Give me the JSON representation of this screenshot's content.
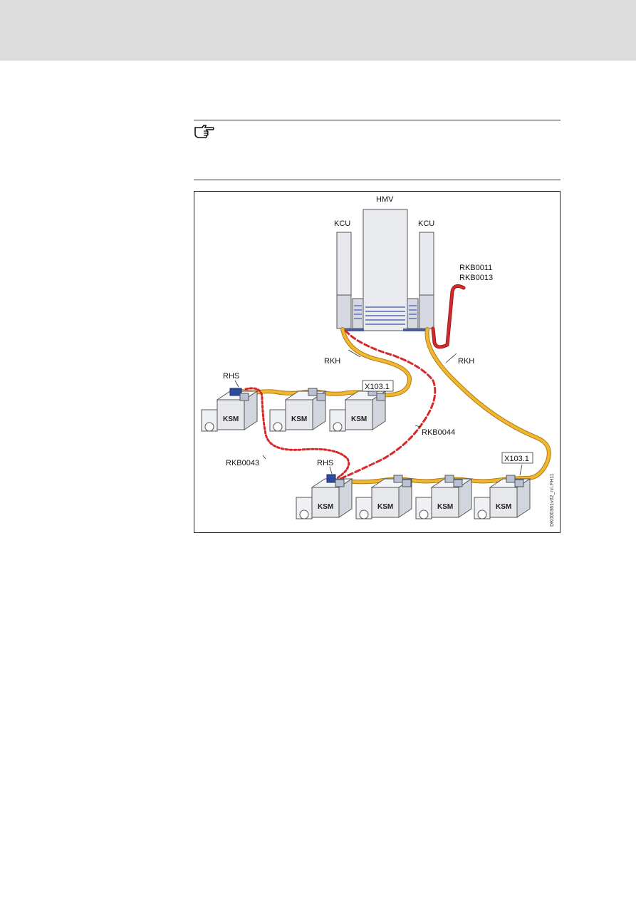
{
  "header": {
    "band_color": "#dcdcdc"
  },
  "note": {
    "icon": "pointing-hand-icon"
  },
  "figure": {
    "hmv_label": "HMV",
    "kcu_left_label": "KCU",
    "kcu_right_label": "KCU",
    "rkb0011_label": "RKB0011",
    "rkb0013_label": "RKB0013",
    "rkh_left_label": "RKH",
    "rkh_right_label": "RKH",
    "rhs_top_label": "RHS",
    "rhs_bottom_label": "RHS",
    "x103_top_label": "X103.1",
    "x103_bottom_label": "X103.1",
    "rkb0044_label": "RKB0044",
    "rkb0043_label": "RKB0043",
    "ksm_label": "KSM",
    "drawing_code": "DK000361v02_nn.FH11",
    "colors": {
      "cable_yellow": "#f2b731",
      "cable_red": "#d62a2a",
      "motor": "#e6e8ec",
      "connector_blue": "#2b4aa0"
    }
  }
}
